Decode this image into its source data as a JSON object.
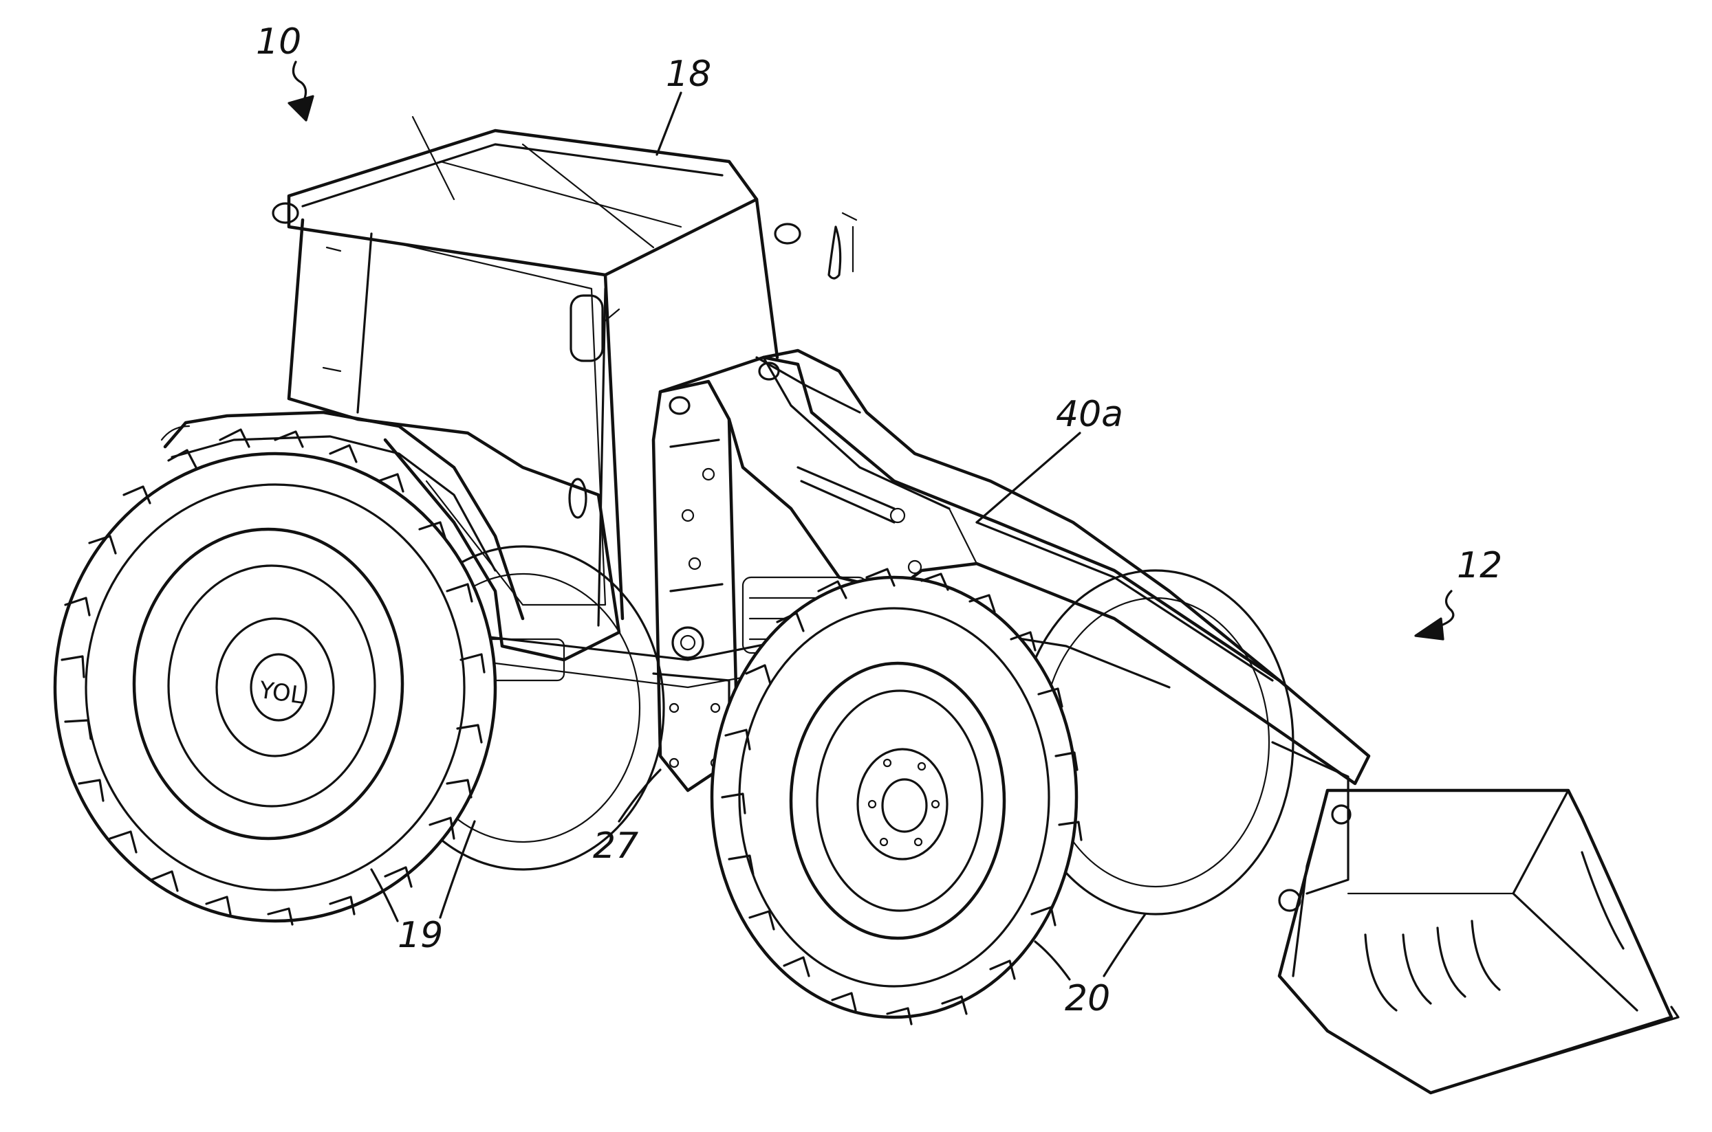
{
  "figure": {
    "colors": {
      "ink": "#111111",
      "paper": "#ffffff"
    },
    "reference_labels": [
      {
        "id": "vehicle",
        "text": "10"
      },
      {
        "id": "cab",
        "text": "18"
      },
      {
        "id": "loader-arm",
        "text": "40a"
      },
      {
        "id": "loader",
        "text": "12"
      },
      {
        "id": "support",
        "text": "27"
      },
      {
        "id": "rear-wheels",
        "text": "19"
      },
      {
        "id": "front-wheels",
        "text": "20"
      }
    ]
  }
}
